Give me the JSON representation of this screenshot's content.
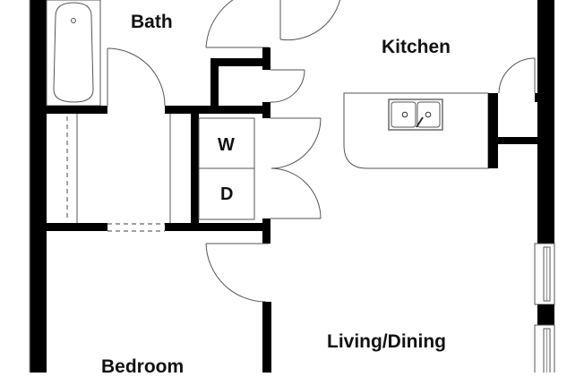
{
  "floor_plan": {
    "rooms": [
      {
        "id": "bath",
        "label": "Bath"
      },
      {
        "id": "kitchen",
        "label": "Kitchen"
      },
      {
        "id": "washer",
        "label": "W"
      },
      {
        "id": "dryer",
        "label": "D"
      },
      {
        "id": "bedroom",
        "label": "Bedroom"
      },
      {
        "id": "living",
        "label": "Living/Dining"
      }
    ],
    "fixtures": [
      "bathtub-icon",
      "double-sink-icon",
      "kitchen-island",
      "window-icon",
      "door-swing-icon"
    ],
    "colors": {
      "wall": "#000000",
      "line": "#555555",
      "background": "#ffffff",
      "text": "#111111"
    }
  }
}
